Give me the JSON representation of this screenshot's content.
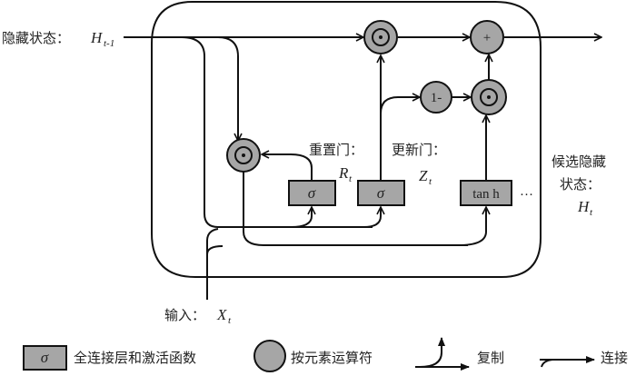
{
  "labels": {
    "hidden_state": "隐藏状态：",
    "hidden_state_var": "H",
    "hidden_state_sub": "t-1",
    "reset_gate": "重置门：",
    "reset_var": "R",
    "reset_sub": "t",
    "update_gate": "更新门：",
    "update_var": "Z",
    "update_sub": "t",
    "candidate_line1": "候选隐藏",
    "candidate_line2": "状态：",
    "candidate_var": "H",
    "candidate_sub": "t",
    "input": "输入：",
    "input_var": "X",
    "input_sub": "t",
    "ellipsis": "…"
  },
  "nodes": {
    "sigma_reset": "σ",
    "sigma_update": "σ",
    "tanh": "tan h",
    "plus": "+",
    "one_minus": "1-"
  },
  "legend": {
    "box_symbol": "σ",
    "box_label": "全连接层和激活函数",
    "circle_label": "按元素运算符",
    "copy_label": "复制",
    "concat_label": "连接"
  },
  "colors": {
    "node_fill": "#a6a6a6",
    "stroke": "#111111"
  }
}
